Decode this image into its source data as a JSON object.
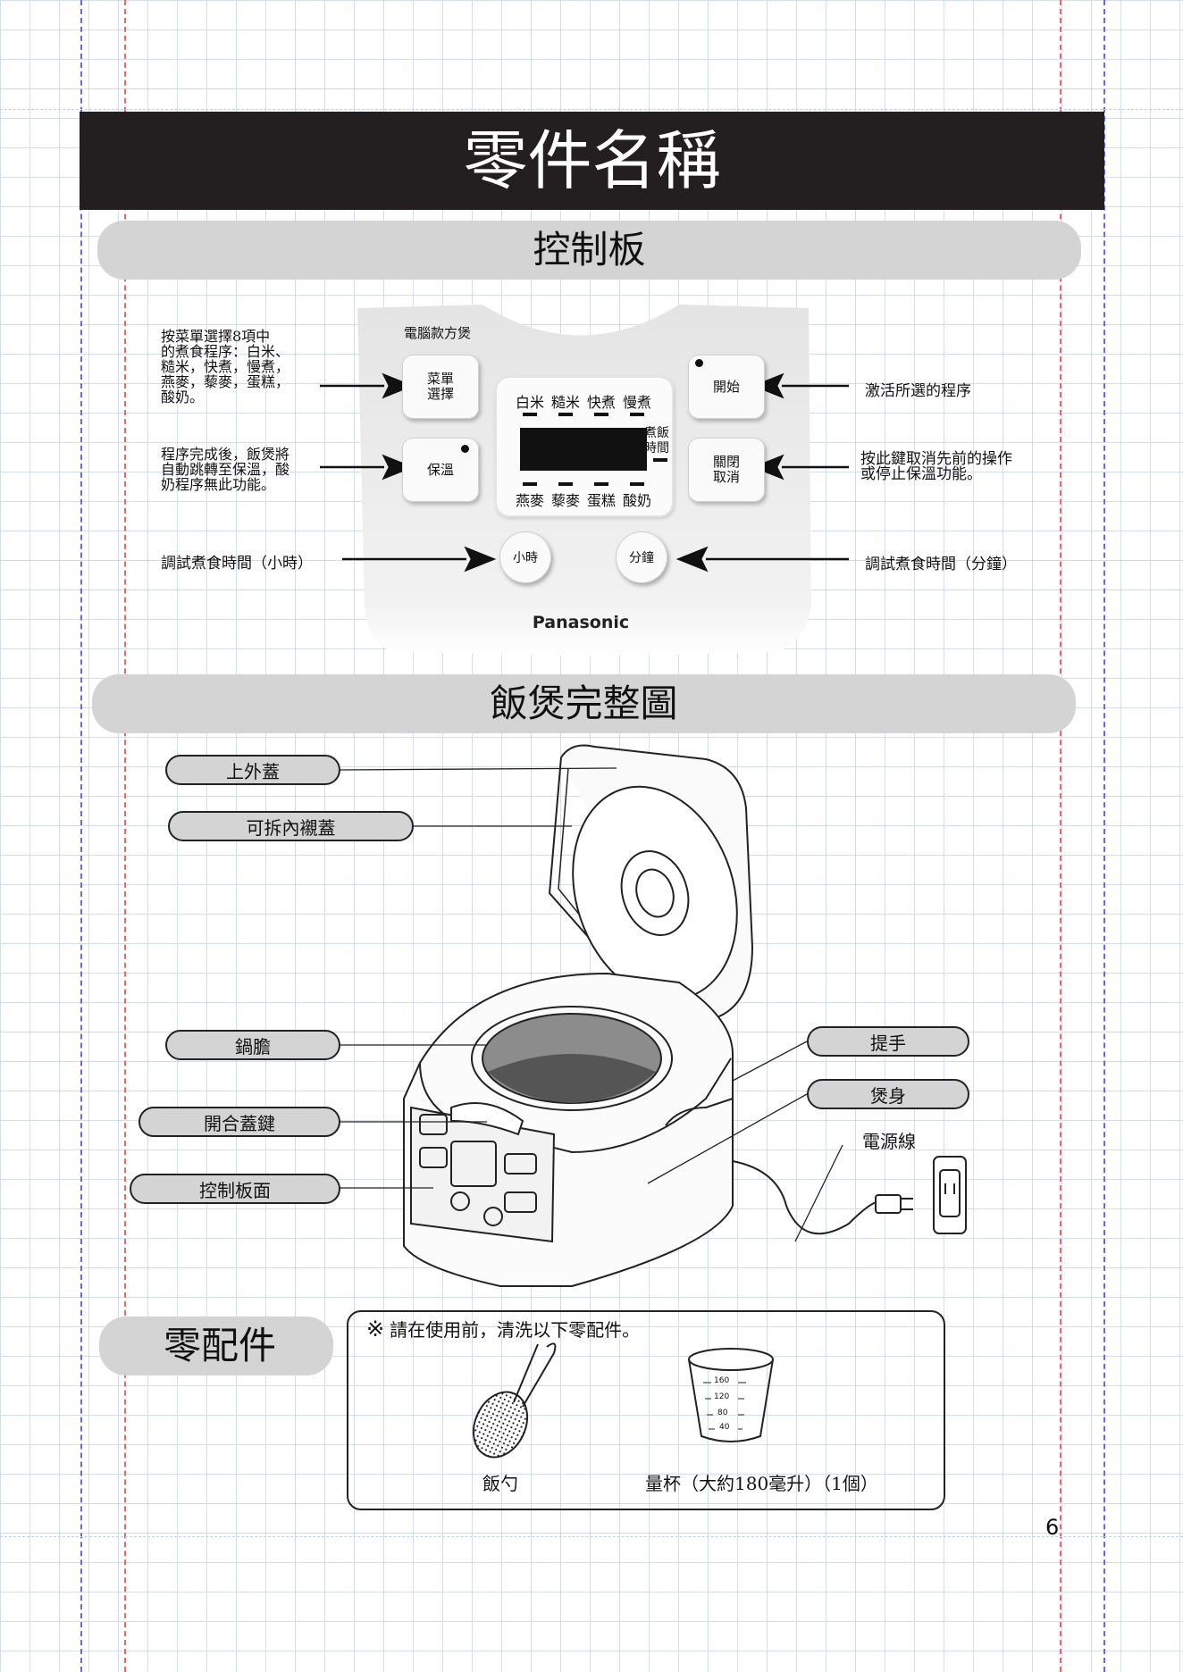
{
  "page": {
    "title": "零件名稱",
    "page_number": "6"
  },
  "control_panel_section": {
    "heading": "控制板",
    "model_label": "電腦款方煲",
    "brand": "Panasonic",
    "buttons": {
      "menu": "菜單\n選擇",
      "keep_warm": "保溫",
      "start": "開始",
      "off_cancel": "關閉\n取消",
      "hour": "小時",
      "minute": "分鐘"
    },
    "programs_top": [
      "白米",
      "糙米",
      "快煮",
      "慢煮"
    ],
    "programs_bottom": [
      "燕麥",
      "藜麥",
      "蛋糕",
      "酸奶"
    ],
    "cook_time_indicator": "煮飯\n時間",
    "descriptions": {
      "menu": "按菜單選擇8項中\n的煮食程序：白米、\n糙米，快煮，慢煮，\n燕麥，藜麥，蛋糕，\n酸奶。",
      "keep_warm": "程序完成後，飯煲將\n自動跳轉至保溫，酸\n奶程序無此功能。",
      "hour": "調試煮食時間（小時）",
      "start": "激活所選的程序",
      "off_cancel": "按此鍵取消先前的操作\n或停止保溫功能。",
      "minute": "調試煮食時間（分鐘）"
    }
  },
  "full_view_section": {
    "heading": "飯煲完整圖",
    "parts": {
      "outer_lid": "上外蓋",
      "inner_lid": "可拆內襯蓋",
      "inner_pot": "鍋膽",
      "lid_release": "開合蓋鍵",
      "control_panel": "控制板面",
      "handle": "提手",
      "body": "煲身",
      "power_cord": "電源線"
    }
  },
  "accessories_section": {
    "heading": "零配件",
    "note_mark": "※",
    "note": "請在使用前，清洗以下零配件。",
    "spoon": "飯勺",
    "cup": "量杯（大約180毫升）（1個）",
    "cup_marks": [
      "160",
      "120",
      "80",
      "40"
    ]
  }
}
